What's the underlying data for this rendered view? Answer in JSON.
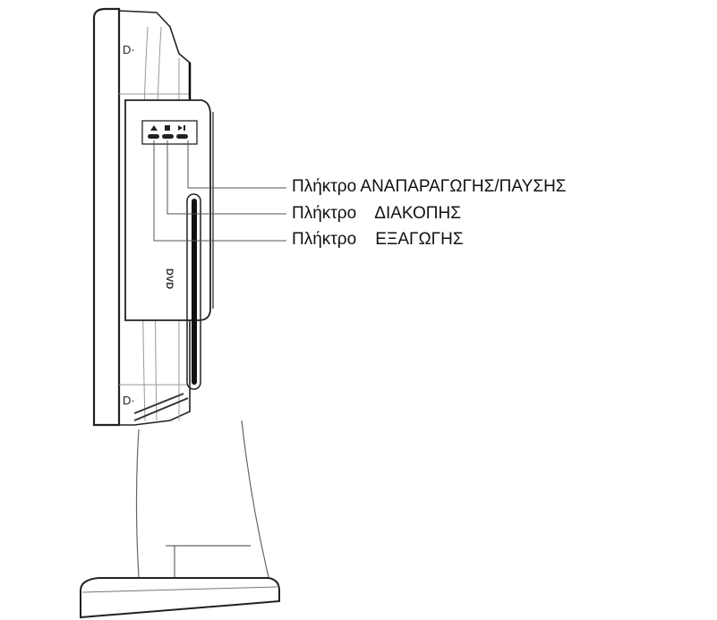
{
  "callouts": [
    {
      "prefix": "Πλήκτρο",
      "name": "ΑΝΑΠΑΡΑΓΩΓΗΣ/ΠΑΥΣΗΣ",
      "icon": "play-pause-icon"
    },
    {
      "prefix": "Πλήκτρο",
      "name": "ΔΙΑΚΟΠΗΣ",
      "icon": "stop-icon"
    },
    {
      "prefix": "Πλήκτρο",
      "name": "ΕΞΑΓΩΓΗΣ",
      "icon": "eject-icon"
    }
  ],
  "logo_text": "DVD"
}
